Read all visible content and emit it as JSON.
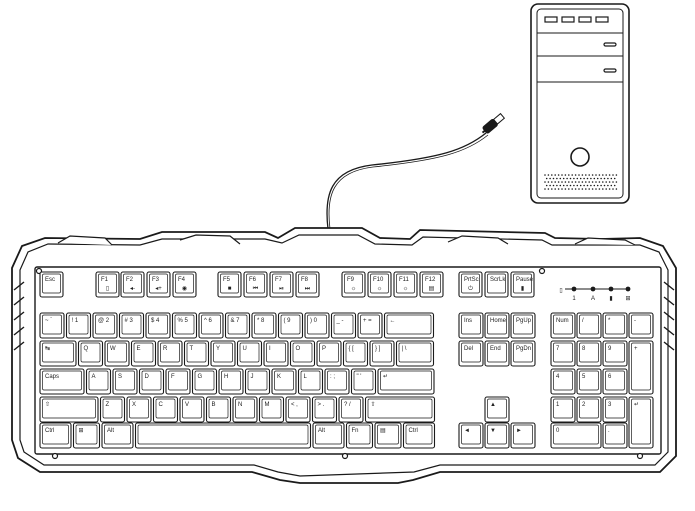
{
  "computer": {
    "label": "desktop-computer"
  },
  "keyboard": {
    "function_row": [
      {
        "label": "Esc",
        "icon": ""
      },
      {
        "label": "F1",
        "icon": "▯"
      },
      {
        "label": "F2",
        "icon": "◂-"
      },
      {
        "label": "F3",
        "icon": "◂+"
      },
      {
        "label": "F4",
        "icon": "◉"
      },
      {
        "label": "F5",
        "icon": "■"
      },
      {
        "label": "F6",
        "icon": "⏮"
      },
      {
        "label": "F7",
        "icon": "⏯"
      },
      {
        "label": "F8",
        "icon": "⏭"
      },
      {
        "label": "F9",
        "icon": "☼"
      },
      {
        "label": "F10",
        "icon": "☼"
      },
      {
        "label": "F11",
        "icon": "☼"
      },
      {
        "label": "F12",
        "icon": "▤"
      },
      {
        "label": "PrtSc",
        "icon": "⏻"
      },
      {
        "label": "ScrLk",
        "icon": ""
      },
      {
        "label": "Pause",
        "icon": "▮"
      }
    ],
    "number_row": [
      "~ `",
      "! 1",
      "@ 2",
      "# 3",
      "$ 4",
      "% 5",
      "^ 6",
      "& 7",
      "* 8",
      "( 9",
      ") 0",
      "_ -",
      "+ =",
      "←"
    ],
    "qwerty_row": [
      "↹",
      "Q",
      "W",
      "E",
      "R",
      "T",
      "Y",
      "U",
      "I",
      "O",
      "P",
      "{ [",
      "} ]",
      "| \\"
    ],
    "home_row": [
      "Caps",
      "A",
      "S",
      "D",
      "F",
      "G",
      "H",
      "J",
      "K",
      "L",
      ": ;",
      "\" '",
      "↵"
    ],
    "shift_row": [
      "⇧",
      "Z",
      "X",
      "C",
      "V",
      "B",
      "N",
      "M",
      "< ,",
      "> .",
      "? /",
      "⇧"
    ],
    "bottom_row": [
      "Ctrl",
      "⊞",
      "Alt",
      "",
      "Alt",
      "Fn",
      "▤",
      "Ctrl"
    ],
    "nav_cluster": [
      [
        "Ins",
        "Home",
        "PgUp"
      ],
      [
        "Del",
        "End",
        "PgDn"
      ]
    ],
    "arrows": [
      "▲",
      "◄",
      "▼",
      "►"
    ],
    "numpad": [
      [
        "Num",
        "/",
        "*",
        "-"
      ],
      [
        "7",
        "8",
        "9",
        "+"
      ],
      [
        "4",
        "5",
        "6"
      ],
      [
        "1",
        "2",
        "3",
        "↵"
      ],
      [
        "0",
        "."
      ]
    ],
    "indicators": [
      "▯",
      "1",
      "A",
      "▮",
      "⊞"
    ]
  },
  "colors": {
    "outline": "#1a1a1a",
    "fill": "#ffffff"
  }
}
